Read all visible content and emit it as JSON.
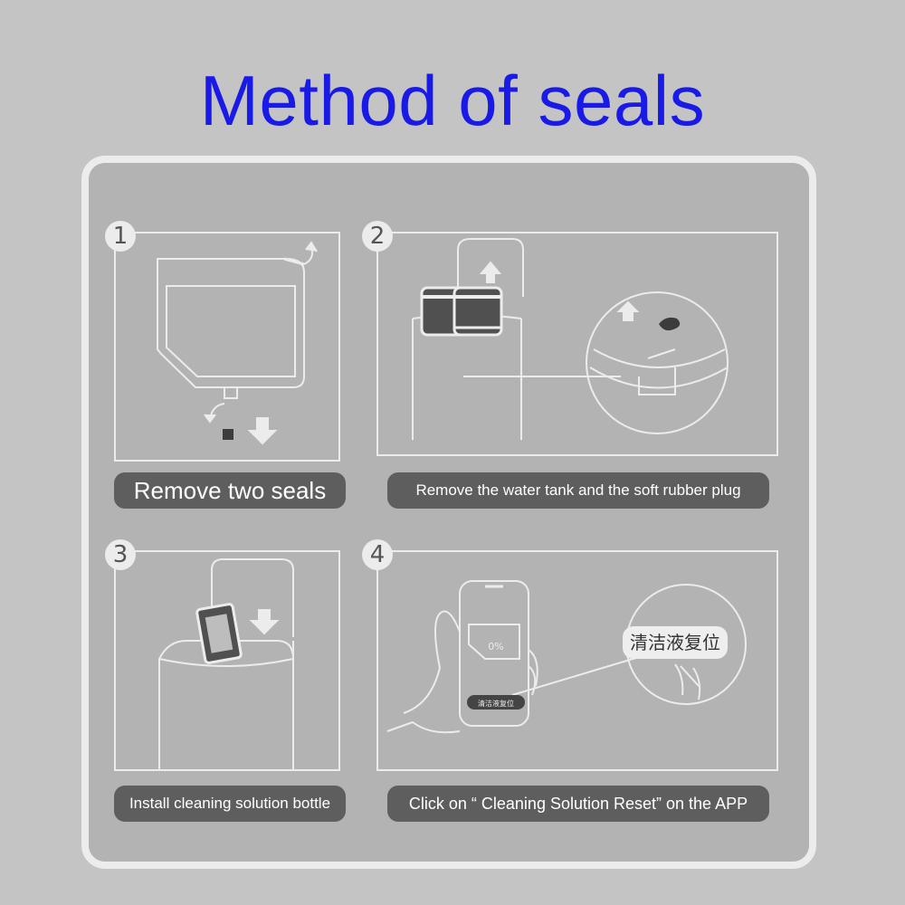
{
  "page": {
    "title": "Method of seals"
  },
  "steps": [
    {
      "number": "1",
      "caption": "Remove two seals"
    },
    {
      "number": "2",
      "caption": "Remove the water tank and the soft rubber plug"
    },
    {
      "number": "3",
      "caption": "Install cleaning solution bottle"
    },
    {
      "number": "4",
      "caption": "Click on “ Cleaning Solution Reset” on the APP",
      "phone_percent": "0%",
      "phone_button": "清洁液复位",
      "zoom_button": "清洁液复位"
    }
  ],
  "colors": {
    "title": "#1a1ae6",
    "caption_bg": "#5e5e5e",
    "line": "#ececec"
  }
}
